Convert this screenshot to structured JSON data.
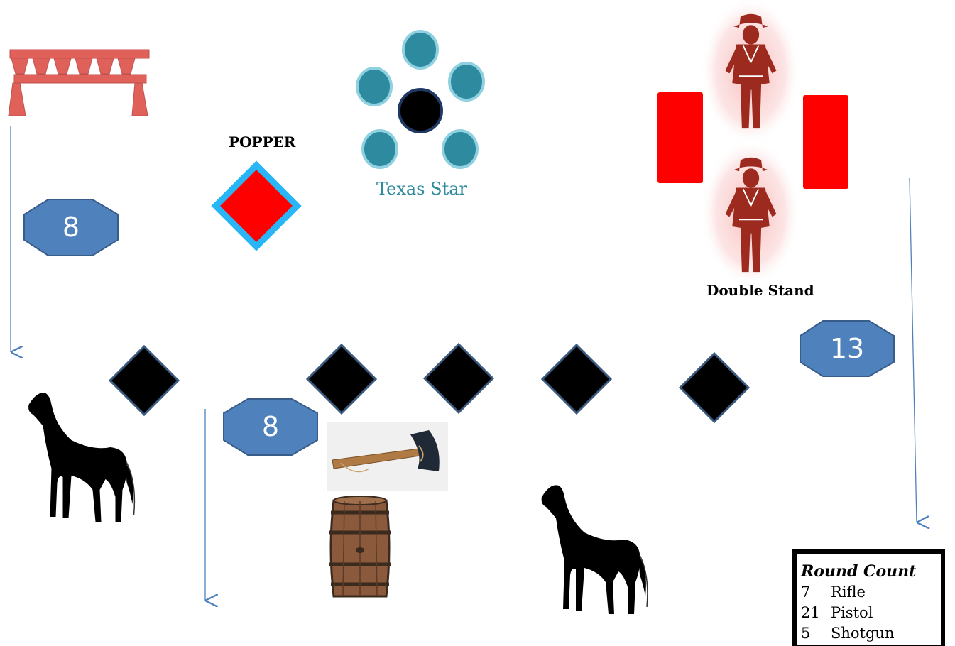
{
  "labels": {
    "popper": "POPPER",
    "texas_star": "Texas Star",
    "double_stand": "Double Stand"
  },
  "stage_numbers": {
    "left_octagon": "8",
    "center_octagon": "8",
    "right_octagon": "13"
  },
  "round_count": {
    "title": "Round Count",
    "rows": [
      {
        "count": "7",
        "gun": "Rifle"
      },
      {
        "count": "21",
        "gun": "Pistol"
      },
      {
        "count": "5",
        "gun": "Shotgun"
      }
    ]
  },
  "colors": {
    "octagon_fill": "#4f81bd",
    "octagon_stroke": "#385d8a",
    "arrow": "#4f81bd",
    "star_plate": "#2e8a9e",
    "popper_red": "#ff0000",
    "popper_border": "#29b6f6",
    "stand_red": "#ff0000",
    "cowboy": "#9c2a1f",
    "fence": "#e0615a",
    "diamond": "#000000",
    "diamond_border": "#3a5a80"
  },
  "icons": [
    "fence-icon",
    "popper-target",
    "texas-star-target",
    "cowboy-target",
    "horse-icon",
    "axe-image",
    "barrel-icon"
  ]
}
